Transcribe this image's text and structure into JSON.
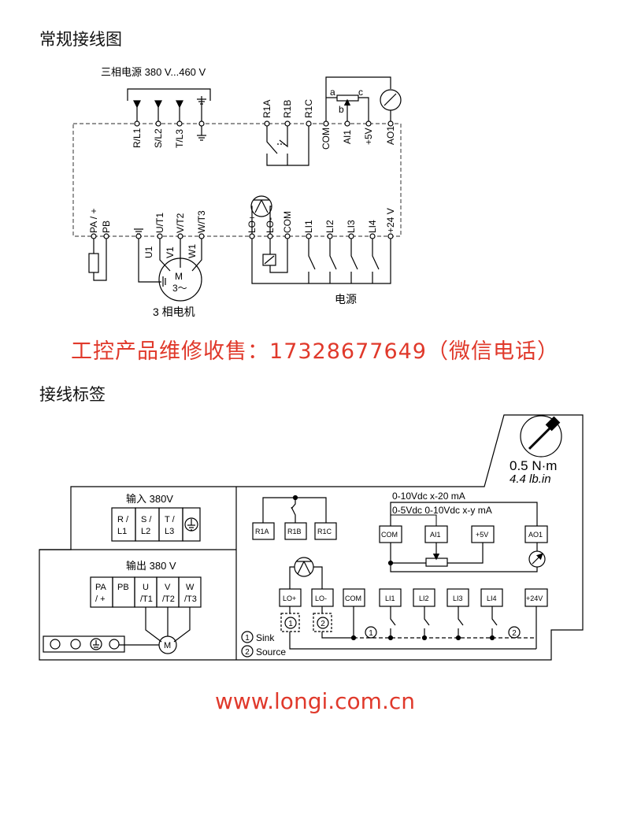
{
  "section1": {
    "title": "常规接线图",
    "supply_label": "三相电源 380 V...460 V",
    "power_terminals": [
      "R/L1",
      "S/L2",
      "T/L3"
    ],
    "relay_terminals": [
      "R1A",
      "R1B",
      "R1C"
    ],
    "analog_terminals": [
      "COM",
      "AI1",
      "+5V",
      "AO1"
    ],
    "pot_letters": [
      "a",
      "b",
      "c"
    ],
    "output_terminals": [
      "PA / +",
      "PB",
      "U/T1",
      "V/T2",
      "W/T3"
    ],
    "logic_terminals": [
      "LO+",
      "LO-",
      "COM",
      "LI1",
      "LI2",
      "LI3",
      "LI4",
      "+24 V"
    ],
    "motor_windings": [
      "U1",
      "V1",
      "W1"
    ],
    "motor_symbol": "M",
    "motor_phase": "3～",
    "motor_label": "3 相电机",
    "power_label": "电源"
  },
  "promo_text": "工控产品维修收售：17328677649（微信电话）",
  "section2": {
    "title": "接线标签",
    "torque_metric": "0.5 N·m",
    "torque_imperial": "4.4 lb.in",
    "input_title": "输入 380V",
    "input_terminals": [
      [
        "R /",
        "L1"
      ],
      [
        "S /",
        "L2"
      ],
      [
        "T /",
        "L3"
      ]
    ],
    "output_title": "输出 380 V",
    "output_terminals": [
      [
        "PA",
        "/ +"
      ],
      [
        "PB",
        ""
      ],
      [
        "U",
        "/T1"
      ],
      [
        "V",
        "/T2"
      ],
      [
        "W",
        "/T3"
      ]
    ],
    "motor_symbol": "M",
    "relay_boxes": [
      "R1A",
      "R1B",
      "R1C"
    ],
    "analog_range_1": "0-10Vdc  x-20 mA",
    "analog_range_2": "0-5Vdc 0-10Vdc x-y mA",
    "analog_boxes": [
      "COM",
      "AI1",
      "+5V",
      "AO1"
    ],
    "logic_boxes": [
      "LO+",
      "LO-",
      "COM",
      "LI1",
      "LI2",
      "LI3",
      "LI4",
      "+24V"
    ],
    "mark_1": "1",
    "mark_2": "2",
    "legend_sink": "Sink",
    "legend_source": "Source"
  },
  "website": "www.longi.com.cn",
  "colors": {
    "promo": "#e0392b",
    "line": "#000000",
    "dash": "#555555"
  }
}
